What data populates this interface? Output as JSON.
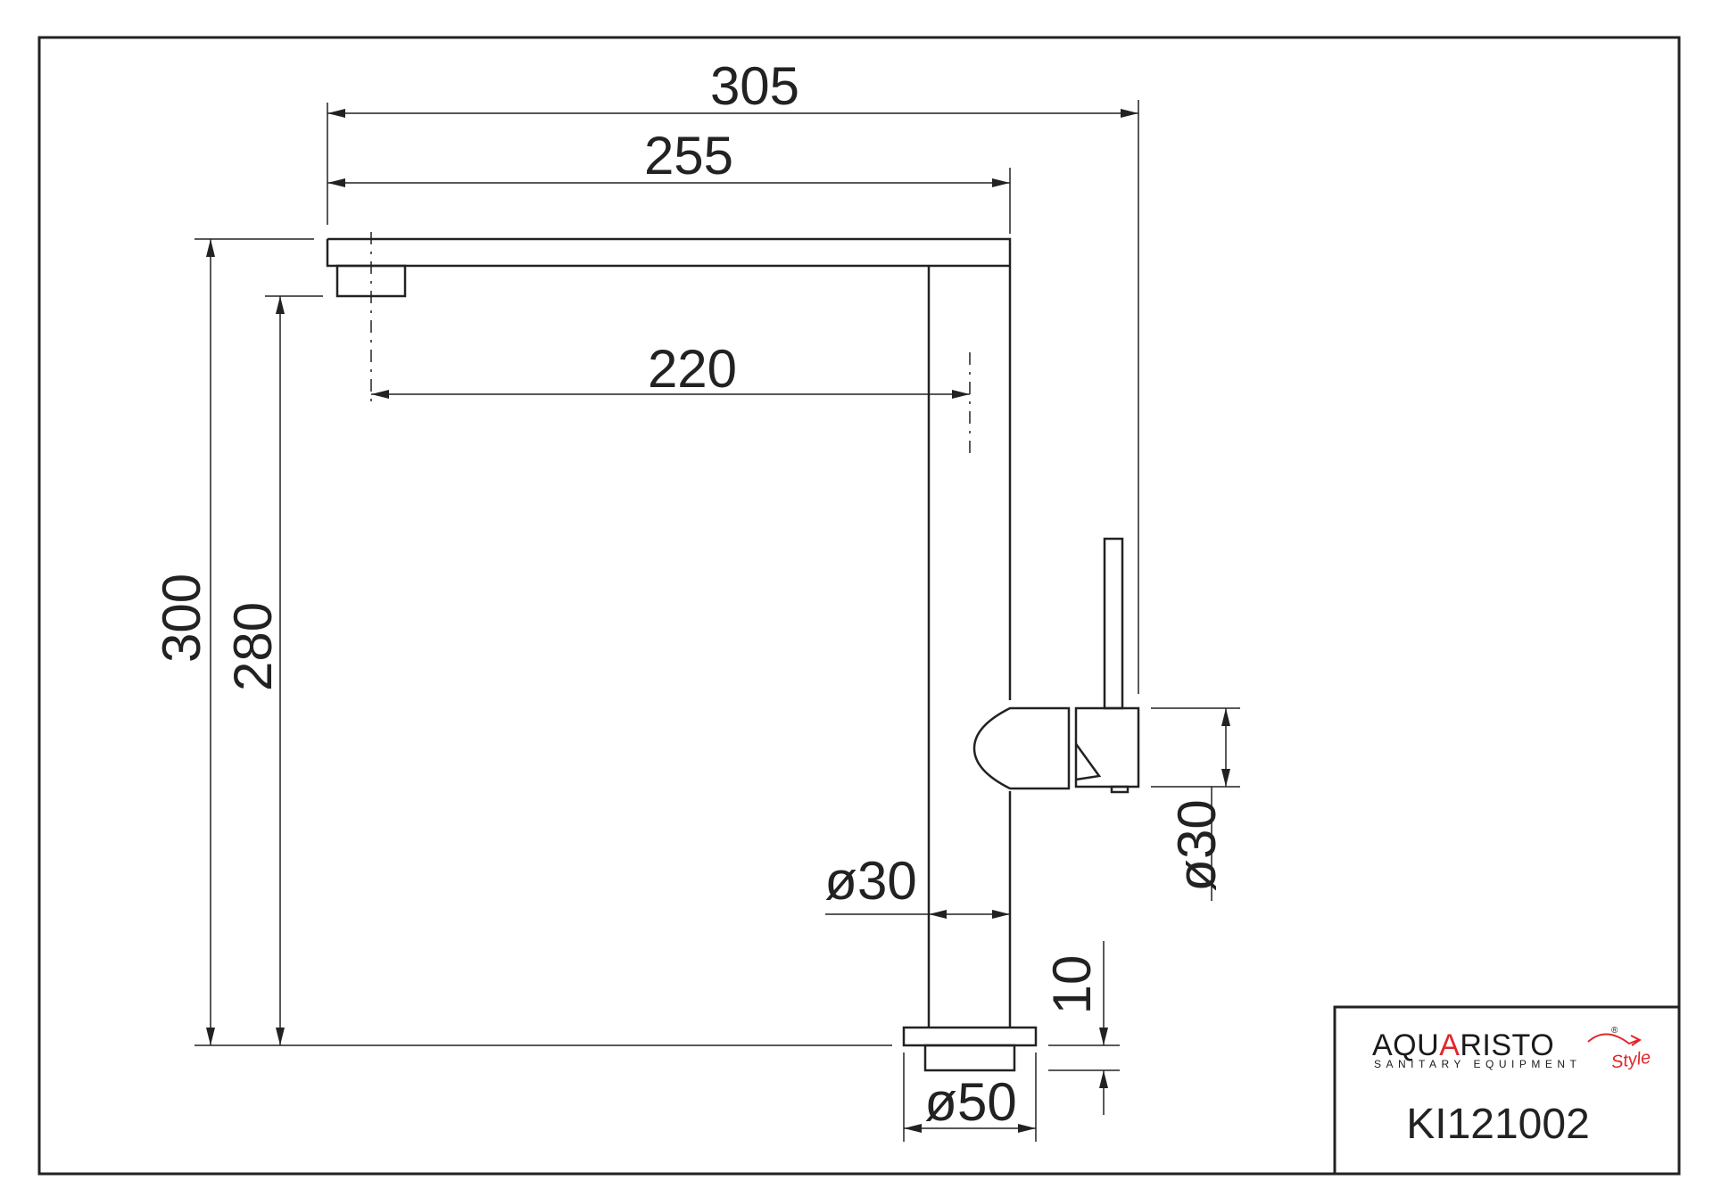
{
  "dimensions": {
    "overall_width": "305",
    "spout_length": "255",
    "reach": "220",
    "total_height": "300",
    "spout_height": "280",
    "body_diameter": "ø30",
    "handle_diameter": "ø30",
    "base_thickness": "10",
    "base_diameter": "ø50"
  },
  "title_block": {
    "brand": {
      "prefix": "AQU",
      "highlight": "A",
      "suffix": "RISTO",
      "tagline": "SANITARY EQUIPMENT",
      "script": "Style",
      "registered": "®"
    },
    "model_number": "KI121002"
  },
  "colors": {
    "line": "#222222",
    "brand_dark": "#1a1a1a",
    "brand_accent": "#e0262b"
  }
}
